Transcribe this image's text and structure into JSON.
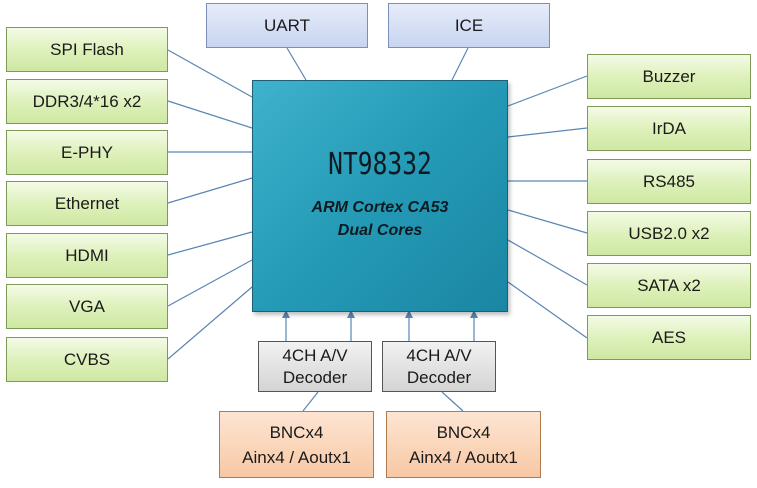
{
  "chip": {
    "name": "NT98332",
    "core": "ARM Cortex CA53",
    "cores": "Dual Cores"
  },
  "top": {
    "uart": "UART",
    "ice": "ICE"
  },
  "left": {
    "spi_flash": "SPI Flash",
    "ddr": "DDR3/4*16 x2",
    "ephy": "E-PHY",
    "ethernet": "Ethernet",
    "hdmi": "HDMI",
    "vga": "VGA",
    "cvbs": "CVBS"
  },
  "right": {
    "buzzer": "Buzzer",
    "irda": "IrDA",
    "rs485": "RS485",
    "usb": "USB2.0 x2",
    "sata": "SATA x2",
    "aes": "AES"
  },
  "decoders": [
    {
      "line1": "4CH A/V",
      "line2": "Decoder"
    },
    {
      "line1": "4CH A/V",
      "line2": "Decoder"
    }
  ],
  "inputs": [
    {
      "line1": "BNCx4",
      "line2": "Ainx4 / Aoutx1"
    },
    {
      "line1": "BNCx4",
      "line2": "Ainx4 / Aoutx1"
    }
  ],
  "colors": {
    "line": "#5b86b4",
    "chip": "#249ab6"
  }
}
